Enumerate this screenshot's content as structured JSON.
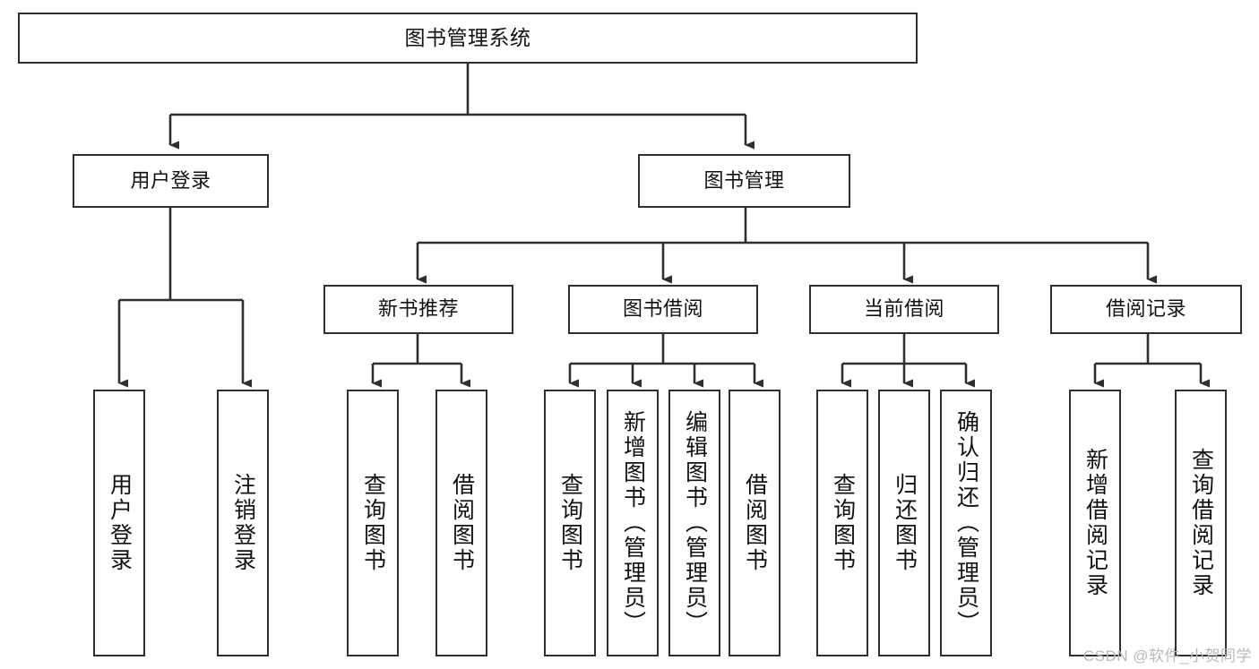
{
  "diagram": {
    "title": "图书管理系统",
    "watermark": "CSDN @软件_小贺同学",
    "line_color": "#2f2f2f",
    "box_border_color": "#2f2f2f",
    "box_fill_color": "#ffffff",
    "text_color": "#111111",
    "watermark_color": "#b9b9b9"
  },
  "nodes": {
    "root": {
      "label": "图书管理系统"
    },
    "level1": [
      {
        "label": "用户登录"
      },
      {
        "label": "图书管理"
      }
    ],
    "level2": [
      {
        "label": "新书推荐"
      },
      {
        "label": "图书借阅"
      },
      {
        "label": "当前借阅"
      },
      {
        "label": "借阅记录"
      }
    ],
    "leaves": {
      "user_login": [
        {
          "label": "用户登录"
        },
        {
          "label": "注销登录"
        }
      ],
      "new_book_recommend": [
        {
          "label": "查询图书"
        },
        {
          "label": "借阅图书"
        }
      ],
      "book_borrow": [
        {
          "label": "查询图书"
        },
        {
          "label": "新增图书（管理员）"
        },
        {
          "label": "编辑图书（管理员）"
        },
        {
          "label": "借阅图书"
        }
      ],
      "current_borrow": [
        {
          "label": "查询图书"
        },
        {
          "label": "归还图书"
        },
        {
          "label": "确认归还（管理员）"
        }
      ],
      "borrow_record": [
        {
          "label": "新增借阅记录"
        },
        {
          "label": "查询借阅记录"
        }
      ]
    }
  }
}
